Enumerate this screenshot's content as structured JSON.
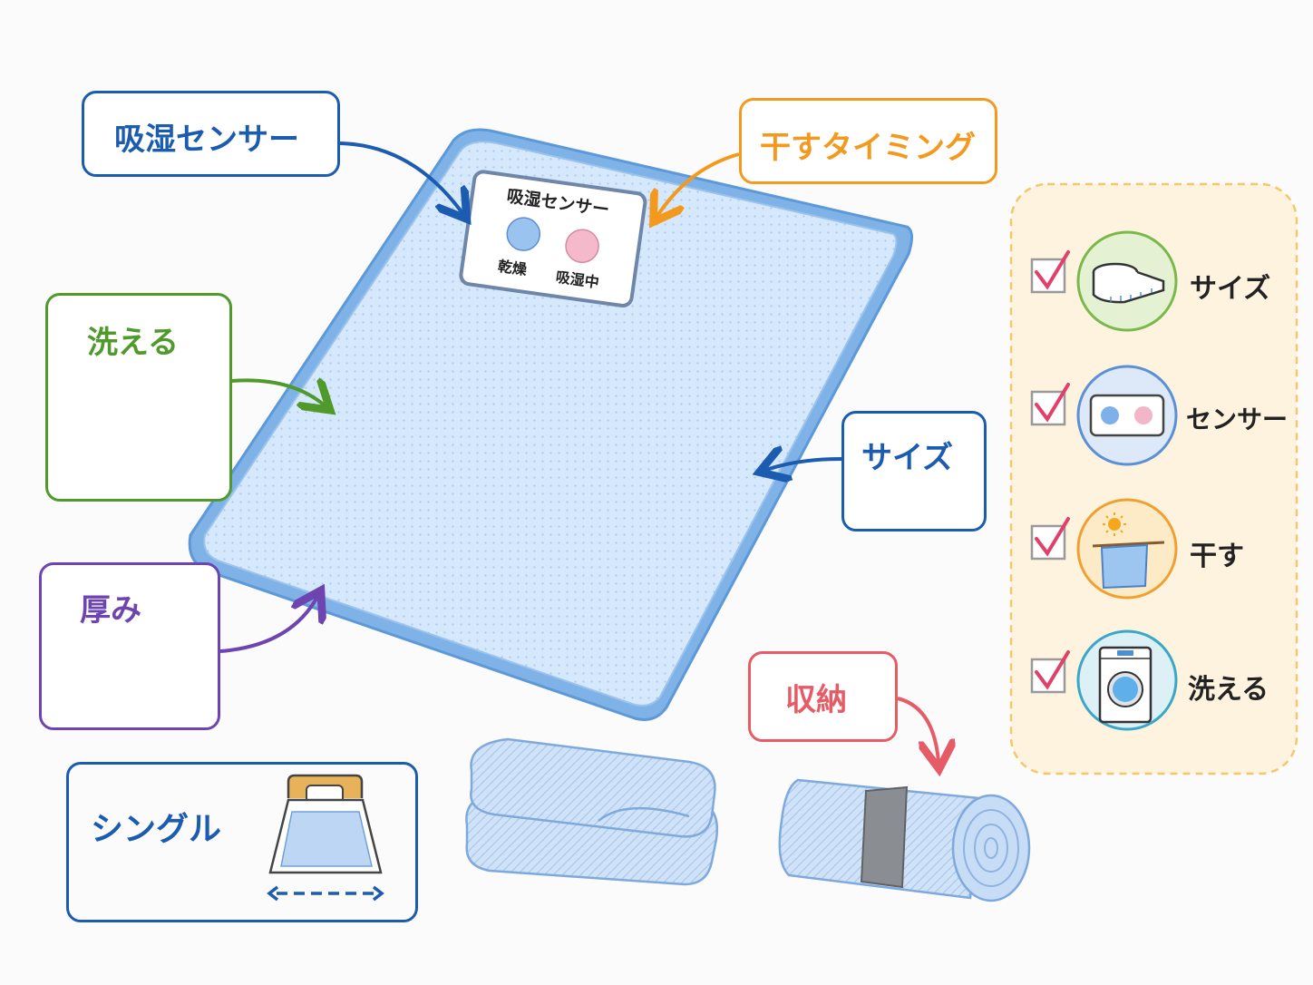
{
  "callouts": {
    "sensor": "吸湿センサー",
    "dry_timing": "干すタイミング",
    "washable": "洗える",
    "size": "サイズ",
    "thickness": "厚み",
    "storage": "収納",
    "single": "シングル"
  },
  "sensor_panel": {
    "title": "吸湿センサー",
    "dry_label": "乾燥",
    "wet_label": "吸湿中"
  },
  "checklist": {
    "items": [
      {
        "label": "サイズ",
        "icon": "tape-measure-icon",
        "color": "#7bb84a"
      },
      {
        "label": "センサー",
        "icon": "sensor-icon",
        "color": "#5b8fd6"
      },
      {
        "label": "干す",
        "icon": "drying-sun-icon",
        "color": "#f0a030"
      },
      {
        "label": "洗える",
        "icon": "washing-machine-icon",
        "color": "#3aa7c8"
      }
    ]
  },
  "colors": {
    "sensor": "#1b5cb0",
    "dry_timing": "#f39a1e",
    "washable": "#4f9a2a",
    "size": "#1b5cb0",
    "thickness": "#6d44b0",
    "storage": "#e55b66",
    "single": "#1b5cb0",
    "check": "#e0406a",
    "mat": "#cfe3fa",
    "mat_edge": "#6ea8e4"
  }
}
